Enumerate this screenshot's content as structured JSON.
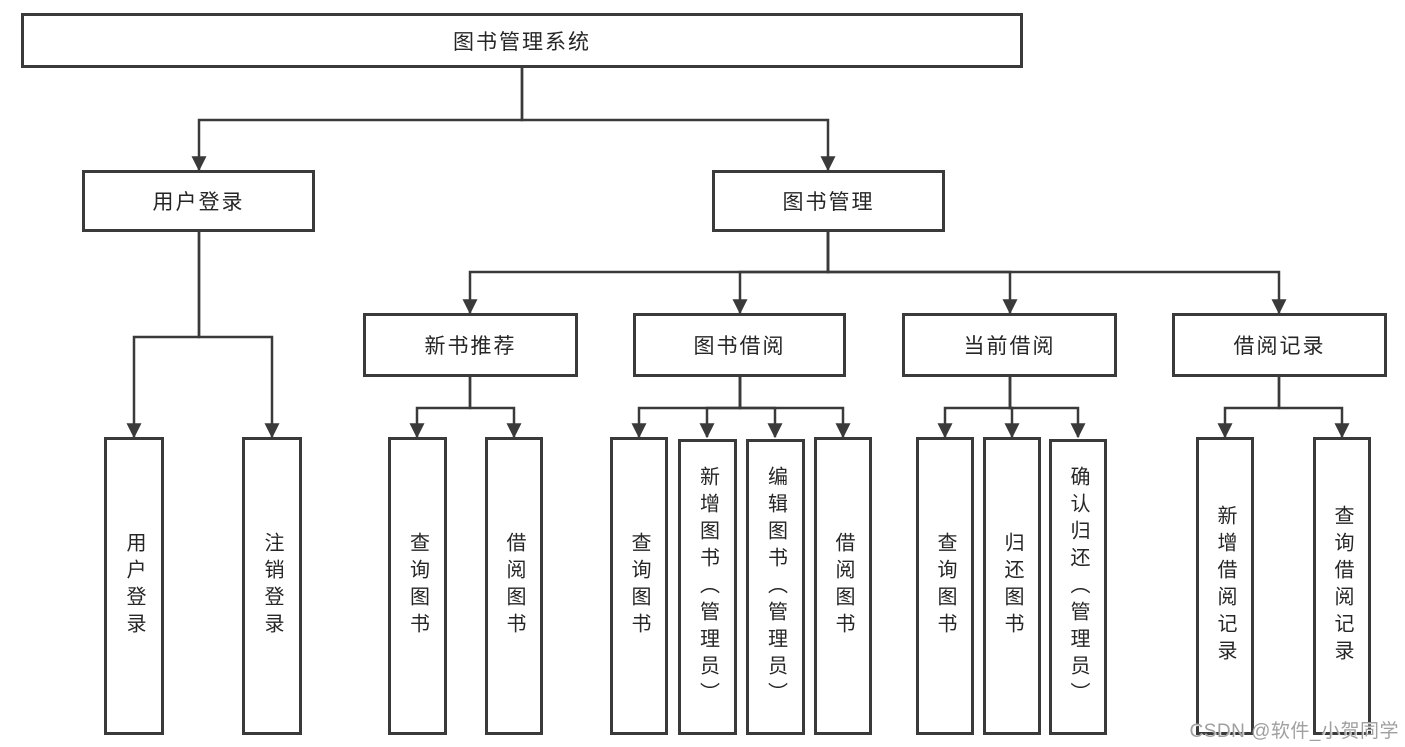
{
  "page": {
    "background": "#ffffff"
  },
  "colors": {
    "box_border": "#3a3a3a",
    "connector_line": "#3a3a3a",
    "arrowhead": "#3a3a3a",
    "box_fill": "#ffffff",
    "text": "#262626",
    "watermark_text": "#a0a0a0"
  },
  "nodes": {
    "root": "图书管理系统",
    "user_login": "用户登录",
    "book_mgmt": "图书管理",
    "new_books": "新书推荐",
    "book_borrow": "图书借阅",
    "current_borrow": "当前借阅",
    "borrow_records": "借阅记录",
    "user_login_children": [
      "用户登录",
      "注销登录"
    ],
    "new_books_children": [
      "查询图书",
      "借阅图书"
    ],
    "book_borrow_children": [
      "查询图书",
      "新增图书（管理员）",
      "编辑图书（管理员）",
      "借阅图书"
    ],
    "current_borrow_children": [
      "查询图书",
      "归还图书",
      "确认归还（管理员）"
    ],
    "borrow_records_children": [
      "新增借阅记录",
      "查询借阅记录"
    ]
  },
  "watermark": {
    "text": "CSDN @软件_小贺同学"
  }
}
